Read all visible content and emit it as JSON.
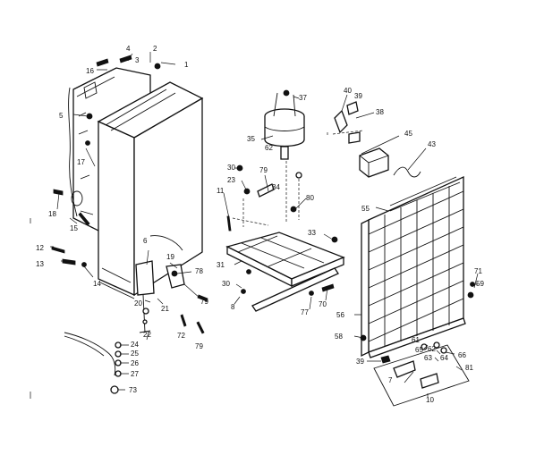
{
  "callouts": [
    "1",
    "2",
    "3",
    "4",
    "16",
    "5",
    "17",
    "18",
    "15",
    "6",
    "19",
    "78",
    "12",
    "13",
    "14",
    "21",
    "20",
    "79",
    "22",
    "24",
    "25",
    "26",
    "27",
    "73",
    "72",
    "79",
    "37",
    "35",
    "62",
    "30",
    "79",
    "23",
    "11",
    "34",
    "80",
    "33",
    "31",
    "30",
    "8",
    "77",
    "70",
    "40",
    "39",
    "38",
    "45",
    "43",
    "55",
    "71",
    "59",
    "56",
    "58",
    "61",
    "62",
    "64",
    "66",
    "63",
    "65",
    "81",
    "10",
    "7",
    "39"
  ]
}
